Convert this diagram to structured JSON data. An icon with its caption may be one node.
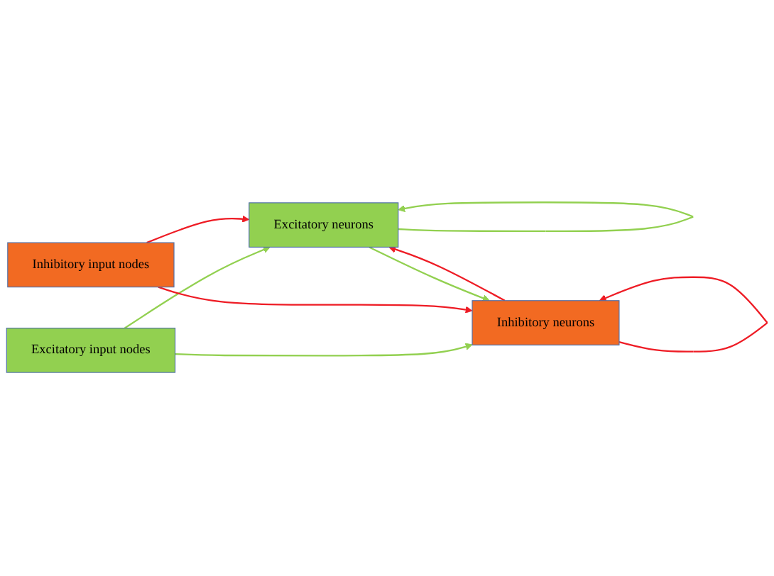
{
  "diagram": {
    "nodes": [
      {
        "text": [
          "Excitatory input nodes"
        ]
      },
      {
        "text": [
          "Inhibitory input nodes"
        ]
      },
      {
        "text": [
          "Excitatory neurons"
        ]
      },
      {
        "text": [
          "Inhibitory neurons"
        ]
      }
    ],
    "edges": [
      {
        "from": 0,
        "to": 2,
        "arrow": "to",
        "color": "#92d050"
      },
      {
        "from": 0,
        "to": 3,
        "arrow": "to",
        "color": "#92d050"
      },
      {
        "from": 1,
        "to": 2,
        "arrow": "to",
        "color": "#ee1c25"
      },
      {
        "from": 1,
        "to": 3,
        "arrow": "to",
        "color": "#ee1c25"
      },
      {
        "from": 2,
        "to": 2,
        "arrow": "to",
        "color": "#92d050"
      },
      {
        "from": 2,
        "to": 3,
        "arrow": "to",
        "color": "#92d050"
      },
      {
        "from": 3,
        "to": 2,
        "arrow": "to",
        "color": "#ee1c25"
      },
      {
        "from": 3,
        "to": 3,
        "arrow": "to",
        "color": "#ee1c25"
      }
    ]
  }
}
